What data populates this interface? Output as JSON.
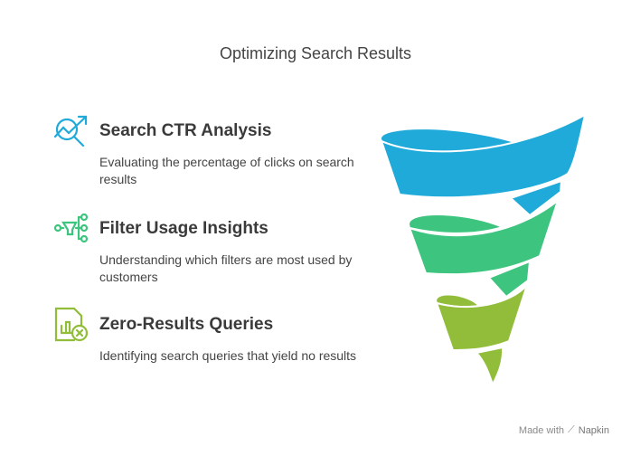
{
  "title": "Optimizing Search Results",
  "items": [
    {
      "heading": "Search CTR Analysis",
      "description": "Evaluating the percentage of clicks on search results",
      "icon": "chart-search-icon",
      "color": "#1faad9"
    },
    {
      "heading": "Filter Usage Insights",
      "description": "Understanding which filters are most used by customers",
      "icon": "filter-tree-icon",
      "color": "#3dc47e"
    },
    {
      "heading": "Zero-Results Queries",
      "description": "Identifying search queries that yield no results",
      "icon": "document-error-icon",
      "color": "#91bd3a"
    }
  ],
  "footer": {
    "made_with": "Made with",
    "brand": "Napkin"
  }
}
